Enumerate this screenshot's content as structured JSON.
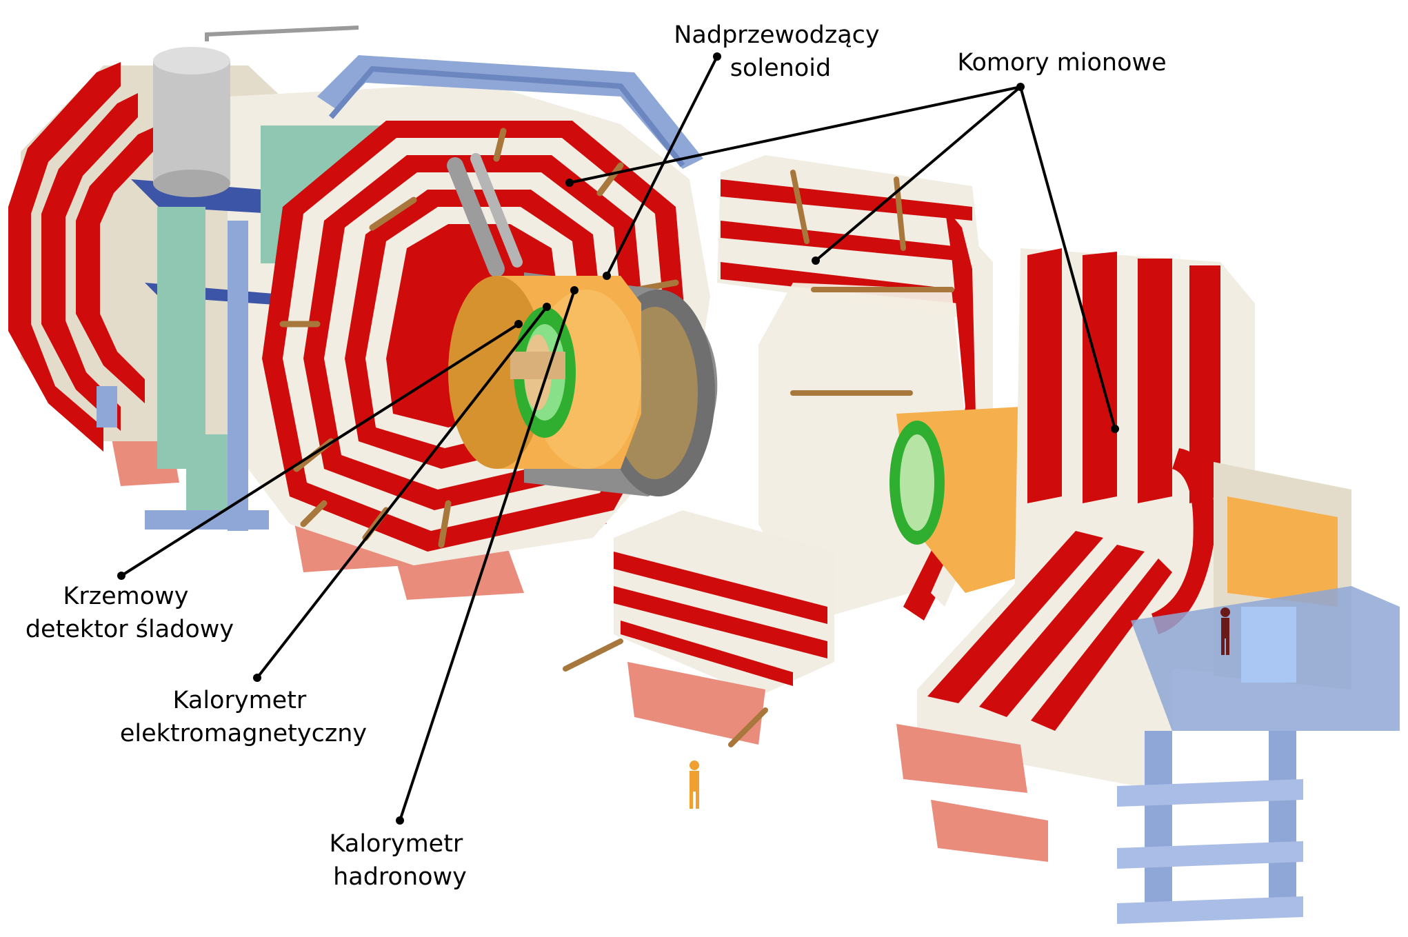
{
  "labels": {
    "solenoid": [
      "Nadprzewodzący",
      "solenoid"
    ],
    "muon": [
      "Komory mionowe"
    ],
    "tracker": [
      "Krzemowy",
      "detektor śladowy"
    ],
    "ecal": [
      "Kalorymetr",
      "elektromagnetyczny"
    ],
    "hcal": [
      "Kalorymetr",
      "hadronowy"
    ]
  },
  "colors": {
    "red": "#d00b0b",
    "cream": "#f2ede2",
    "beige": "#e4dccb",
    "blue": "#8fa7d6",
    "navy": "#3c55a6",
    "teal": "#8fc7b3",
    "salmon": "#e98c7c",
    "gray": "#8d8d8d",
    "orange": "#f5b04d",
    "green": "#2fae2f",
    "bronze": "#a8773c"
  }
}
